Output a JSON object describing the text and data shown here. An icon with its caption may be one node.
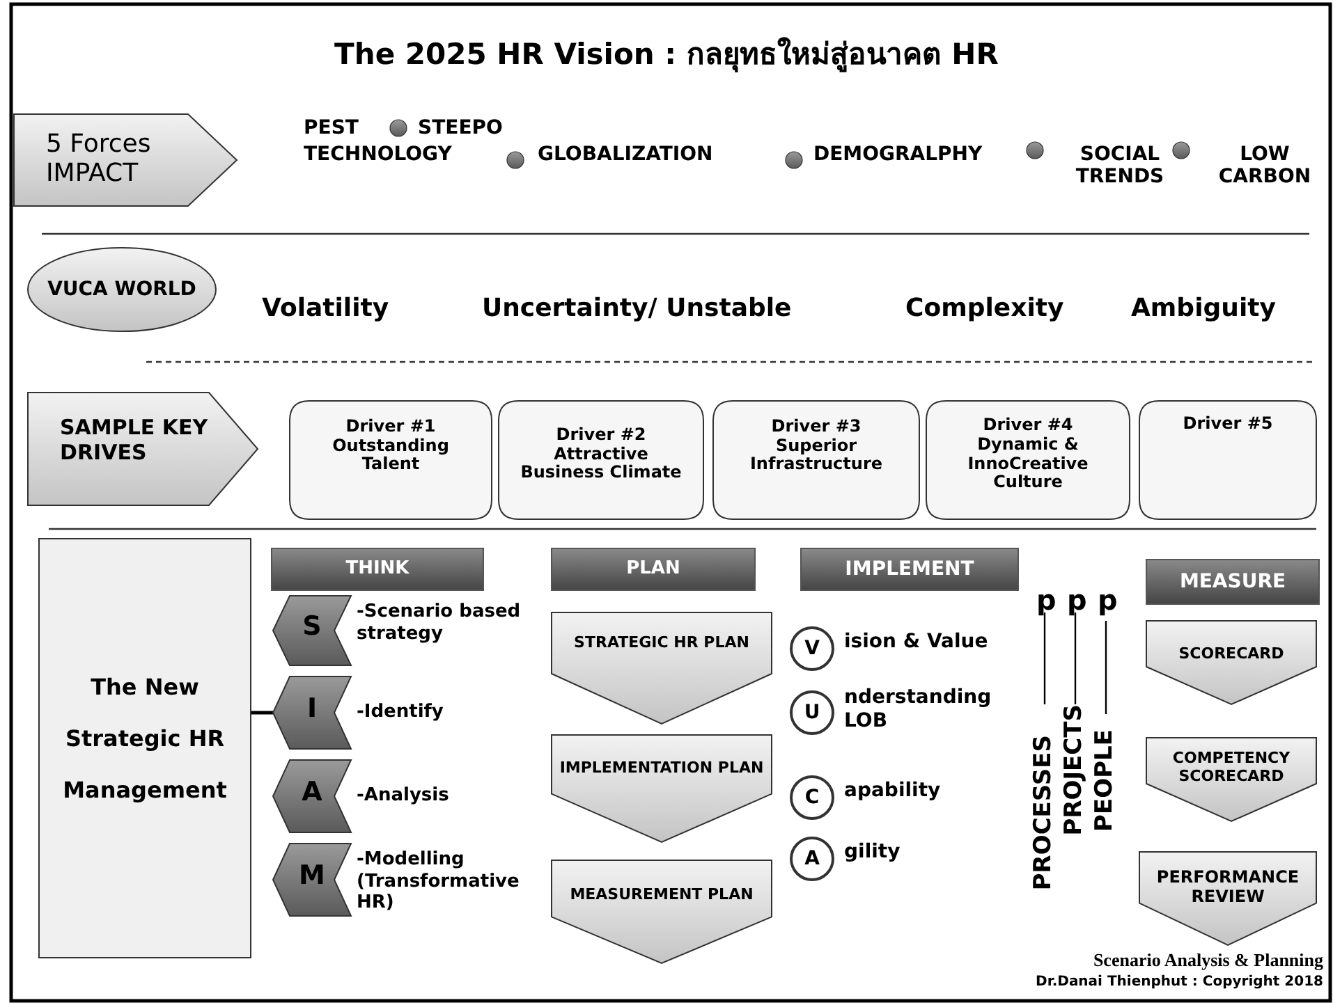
{
  "diagram": {
    "title": "The 2025 HR Vision : กลยุทธใหม่สู่อนาคต HR",
    "nodes": [
      {
        "text": [
          "5 Forces IMPACT"
        ]
      },
      {
        "text": [
          "VUCA WORLD"
        ]
      },
      {
        "text": [
          "SAMPLE KEY DRIVES"
        ]
      },
      {
        "text": [
          "Driver #1 Outstanding Talent"
        ]
      },
      {
        "text": [
          "Driver #2 Attractive Business Climate"
        ]
      },
      {
        "text": [
          "Driver #3 Superior Infrastructure"
        ]
      },
      {
        "text": [
          "Driver #4 Dynamic & InnoCreative Culture"
        ]
      },
      {
        "text": [
          "Driver #5"
        ]
      },
      {
        "text": [
          "The New Strategic HR Management"
        ]
      },
      {
        "text": [
          "THINK"
        ]
      },
      {
        "text": [
          "PLAN"
        ]
      },
      {
        "text": [
          "IMPLEMENT"
        ]
      },
      {
        "text": [
          "MEASURE"
        ]
      },
      {
        "text": [
          "S"
        ],
        "beside": [
          "-Scenario based strategy"
        ]
      },
      {
        "text": [
          "I"
        ],
        "beside": [
          "-Identify"
        ]
      },
      {
        "text": [
          "A"
        ],
        "beside": [
          "-Analysis"
        ]
      },
      {
        "text": [
          "M"
        ],
        "beside": [
          "-Modelling (Transformative HR)"
        ]
      },
      {
        "text": [
          "STRATEGIC HR PLAN"
        ]
      },
      {
        "text": [
          "IMPLEMENTATION PLAN"
        ]
      },
      {
        "text": [
          "MEASUREMENT PLAN"
        ]
      },
      {
        "text": [
          "V"
        ],
        "beside": [
          "ision & Value"
        ]
      },
      {
        "text": [
          "U"
        ],
        "beside": [
          "nderstanding LOB"
        ]
      },
      {
        "text": [
          "C"
        ],
        "beside": [
          "apability"
        ]
      },
      {
        "text": [
          "A"
        ],
        "beside": [
          "gility"
        ]
      },
      {
        "text": [
          "SCORECARD"
        ]
      },
      {
        "text": [
          "COMPETENCY SCORECARD"
        ]
      },
      {
        "text": [
          "PERFORMANCE REVIEW"
        ]
      }
    ],
    "edges": [
      {
        "from": 8,
        "to": 14,
        "arrow": "none"
      }
    ],
    "labels": [
      "PEST",
      "STEEPO",
      "TECHNOLOGY",
      "GLOBALIZATION",
      "DEMOGRALPHY",
      "SOCIAL TRENDS",
      "LOW CARBON",
      "Volatility",
      "Uncertainty/ Unstable",
      "Complexity",
      "Ambiguity",
      "p",
      "p",
      "p",
      "PROCESSES",
      "PROJECTS",
      "PEOPLE",
      "Scenario Analysis & Planning",
      "Dr.Danai Thienphut : Copyright 2018"
    ]
  }
}
